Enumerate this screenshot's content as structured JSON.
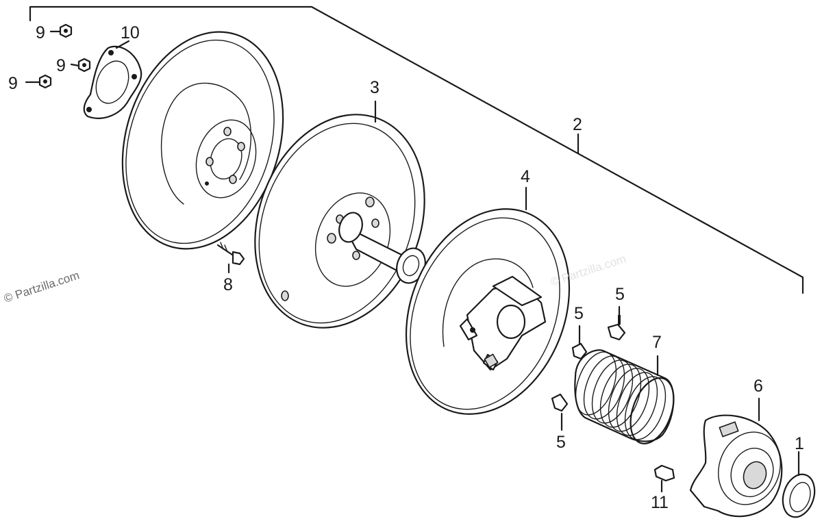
{
  "watermark": {
    "main": "© Partzilla.com",
    "faint": "© Partzilla.com"
  },
  "callouts": {
    "c1": "1",
    "c2": "2",
    "c3": "3",
    "c4": "4",
    "c5a": "5",
    "c5b": "5",
    "c5c": "5",
    "c6": "6",
    "c7": "7",
    "c8": "8",
    "c9a": "9",
    "c9b": "9",
    "c9c": "9",
    "c10": "10",
    "c11": "11"
  }
}
